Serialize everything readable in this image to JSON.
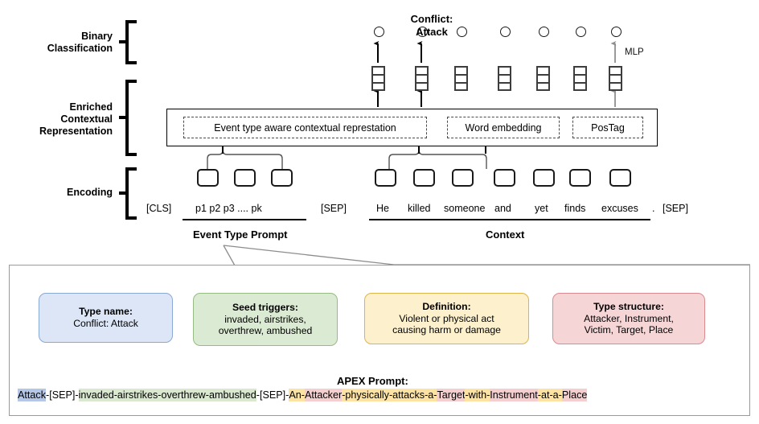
{
  "figure": {
    "stages": [
      {
        "id": "binary-classification",
        "label": "Binary\nClassification"
      },
      {
        "id": "enriched-contextual-representation",
        "label": "Enriched\nContextual\nRepresentation"
      },
      {
        "id": "encoding",
        "label": "Encoding"
      }
    ],
    "classification": {
      "node_glyph": "O",
      "node_count": 7,
      "highlight_label": "Conflict:\nAttack",
      "mlp_label": "MLP"
    },
    "enriched": {
      "boxes": [
        {
          "id": "event-type-aware-contextual-representation",
          "label": "Event type aware contextual represtation"
        },
        {
          "id": "word-embedding",
          "label": "Word embedding"
        },
        {
          "id": "postag",
          "label": "PosTag"
        }
      ]
    },
    "encoding": {
      "cls_label": "[CLS]",
      "sep_label_1": "[SEP]",
      "sep_label_2": "[SEP]",
      "prompt_tokens": "p1 p2 p3  ....  pk",
      "context_tokens": [
        "He",
        "killed",
        "someone",
        "and",
        "yet",
        "finds",
        "excuses",
        "."
      ],
      "group_label_prompt": "Event Type Prompt",
      "group_label_context": "Context"
    },
    "detail_panel": {
      "cards": [
        {
          "id": "type-name",
          "title": "Type name:",
          "body": "Conflict: Attack",
          "fill": "#dce6f6",
          "stroke": "#8aa8d4"
        },
        {
          "id": "seed-triggers",
          "title": "Seed triggers:",
          "body": "invaded, airstrikes,\noverthrew, ambushed",
          "fill": "#dbead2",
          "stroke": "#97bb84"
        },
        {
          "id": "definition",
          "title": "Definition:",
          "body": "Violent or physical act\ncausing harm or damage",
          "fill": "#fdf0cc",
          "stroke": "#dcb44a"
        },
        {
          "id": "type-structure",
          "title": "Type structure:",
          "body": "Attacker, Instrument,\nVictim, Target, Place",
          "fill": "#f6d5d6",
          "stroke": "#d98b8f"
        }
      ],
      "apex_title": "APEX Prompt:",
      "apex_segments": [
        {
          "text": "Attack",
          "hl": "blue"
        },
        {
          "text": "-[SEP]-",
          "hl": "none"
        },
        {
          "text": "invaded-airstrikes-overthrew-ambushed",
          "hl": "green"
        },
        {
          "text": "-[SEP]-",
          "hl": "none"
        },
        {
          "text": "An-",
          "hl": "yellow"
        },
        {
          "text": "Attacker",
          "hl": "pink"
        },
        {
          "text": "-physically-attacks-a-",
          "hl": "yellow"
        },
        {
          "text": "Target",
          "hl": "pink"
        },
        {
          "text": "-with-",
          "hl": "yellow"
        },
        {
          "text": "Instrument",
          "hl": "pink"
        },
        {
          "text": "-at-a-",
          "hl": "yellow"
        },
        {
          "text": "Place",
          "hl": "pink"
        }
      ]
    },
    "colors": {
      "blue_hl": "#b4c7e7",
      "green_hl": "#d9e8cf",
      "yellow_hl": "#fce3a4",
      "pink_hl": "#f5cfd0",
      "gray_arrow": "#a6a6a6",
      "dark_box": "#3d3d3d"
    }
  }
}
